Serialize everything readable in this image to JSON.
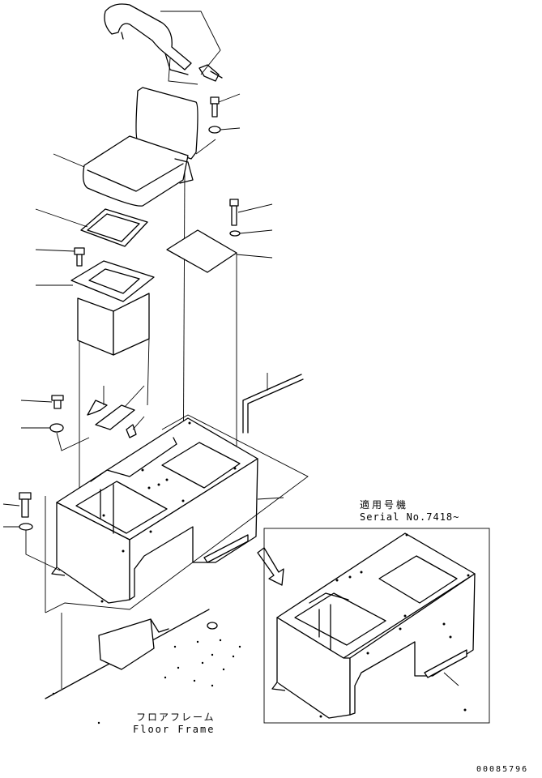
{
  "variant_box": {
    "title_jp": "適用号機",
    "title_en": "Serial No.7418~"
  },
  "floor_frame": {
    "label_jp": "フロアフレーム",
    "label_en": "Floor Frame"
  },
  "drawing_number": "00085796"
}
